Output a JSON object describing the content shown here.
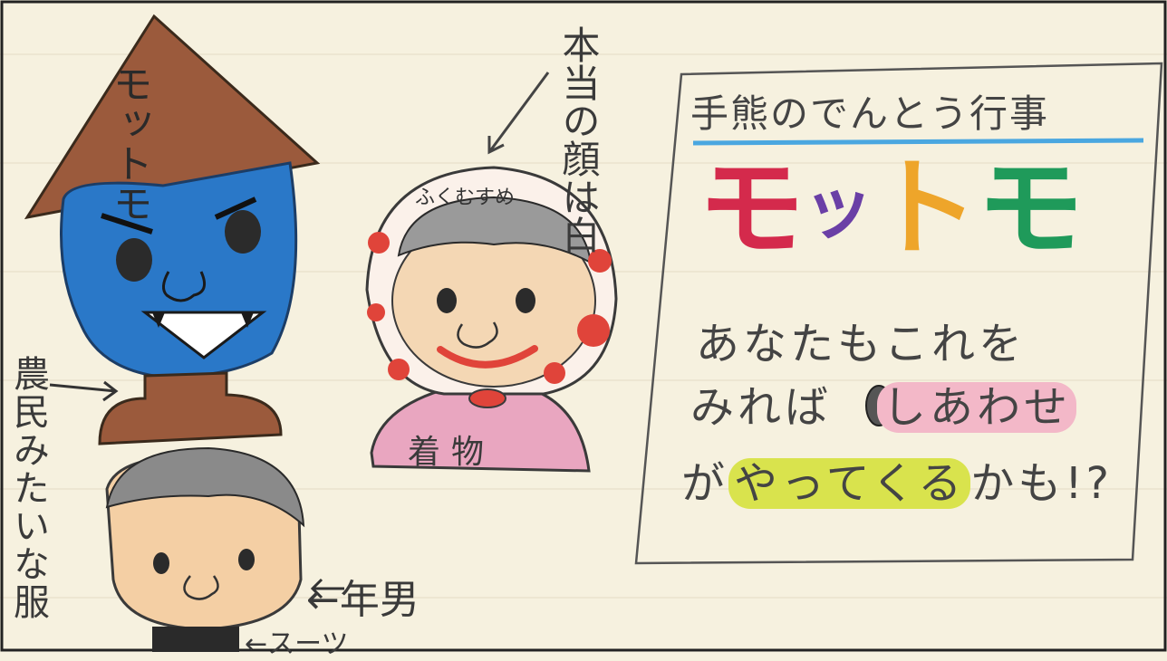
{
  "hat_label": "モットモ",
  "left_side_label": "農民みたいな服",
  "true_face_note": "本当の顔は白",
  "girl_name": "ふくむすめ",
  "kimono_label": "着物",
  "boy_label": "←年男",
  "suit_label": "←スーツ",
  "panel": {
    "title": "手熊のでんとう行事",
    "big_title_parts": [
      "モ",
      "ッ",
      "ト",
      "モ"
    ],
    "message_line1": "あなたもこれを",
    "message_line2_pre": "みれば",
    "message_line2_highlight": "しあわせ",
    "message_line3_pre": "が",
    "message_line3_highlight": "やってくる",
    "message_line3_post": "かも!?"
  },
  "colors": {
    "paper": "#f6f1df",
    "hat_brown": "#9b5a3c",
    "face_blue": "#2a78c8",
    "cheek_red": "#e0443a",
    "kimono_pink": "#e9a6c0",
    "highlight_pink": "#f3b8c8",
    "highlight_yellow": "#d9e34d"
  }
}
